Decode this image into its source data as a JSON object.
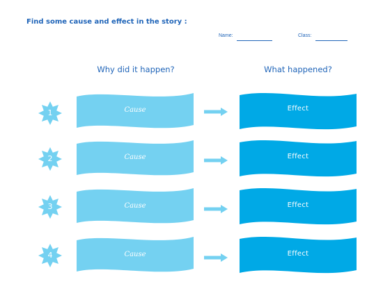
{
  "header": {
    "title": "Find some cause and effect in the story :",
    "name_label": "Name:",
    "class_label": "Class:"
  },
  "columns": {
    "left_heading": "Why did it happen?",
    "right_heading": "What happened?"
  },
  "colors": {
    "cause_fill": "#74d1f1",
    "effect_fill": "#00a9e6",
    "star_fill": "#74d1f1",
    "arrow_fill": "#74d1f1",
    "heading_text": "#1f64b8"
  },
  "rows": [
    {
      "number": "1",
      "cause_label": "Cause",
      "effect_label": "Effect"
    },
    {
      "number": "2",
      "cause_label": "Cause",
      "effect_label": "Effect"
    },
    {
      "number": "3",
      "cause_label": "Cause",
      "effect_label": "Effect"
    },
    {
      "number": "4",
      "cause_label": "Cause",
      "effect_label": "Effect"
    }
  ]
}
